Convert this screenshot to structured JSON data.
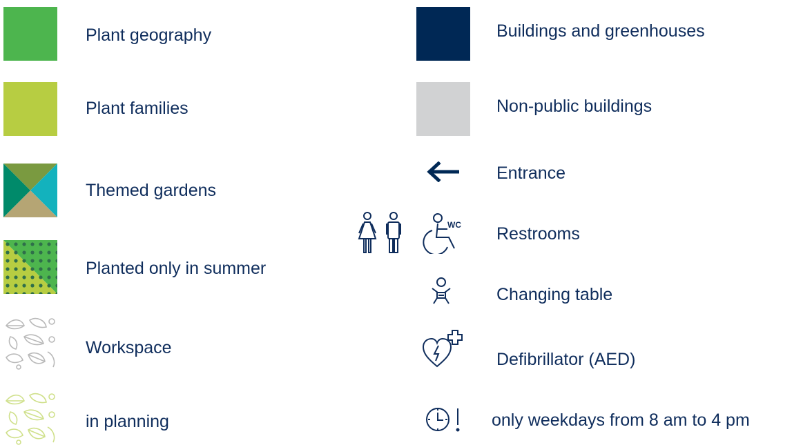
{
  "legend": {
    "left_items": [
      {
        "label": "Plant geography",
        "icon": "plant-geography-swatch",
        "color": "#4db54e"
      },
      {
        "label": "Plant families",
        "icon": "plant-families-swatch",
        "color": "#b7cd42"
      },
      {
        "label": "Themed gardens",
        "icon": "themed-gardens-swatch",
        "colors": [
          "#7a9a40",
          "#13b2bd",
          "#b5a574",
          "#008a6a"
        ]
      },
      {
        "label": "Planted only in summer",
        "icon": "dotted-summer-swatch",
        "colors": [
          "#4db54e",
          "#b7cd42",
          "#2f6f4a"
        ]
      },
      {
        "label": "Workspace",
        "icon": "leaf-pattern-grey-swatch",
        "color": "#b9b9b9"
      },
      {
        "label": "in planning",
        "icon": "leaf-pattern-green-swatch",
        "color": "#cfe08a"
      }
    ],
    "right_items": [
      {
        "label": "Buildings and greenhouses",
        "icon": "buildings-swatch",
        "color": "#002855"
      },
      {
        "label": "Non-public buildings",
        "icon": "non-public-swatch",
        "color": "#d1d2d3"
      },
      {
        "label": "Entrance",
        "icon": "arrow-left-icon"
      },
      {
        "label": "Restrooms",
        "icon": "restroom-icons"
      },
      {
        "label": "Changing table",
        "icon": "baby-icon"
      },
      {
        "label": "Defibrillator (AED)",
        "icon": "aed-heart-icon"
      },
      {
        "label": "only weekdays from 8 am to 4 pm",
        "icon": "clock-exclamation-icon"
      }
    ],
    "wc_text": "WC"
  }
}
